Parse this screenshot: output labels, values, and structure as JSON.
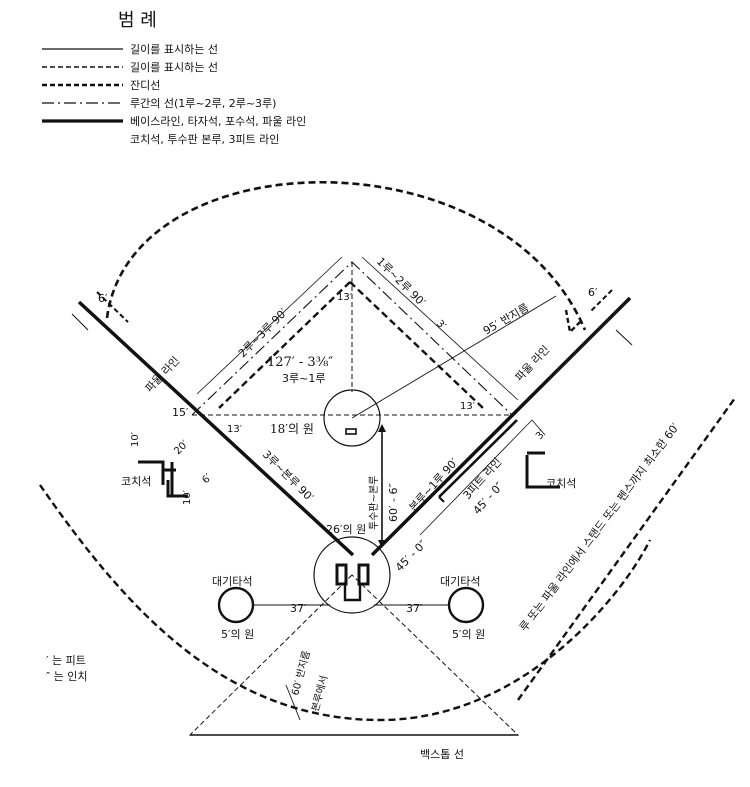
{
  "legend": {
    "title": "범  례",
    "items": [
      {
        "label": "길이를 표시하는 선"
      },
      {
        "label": "길이를 표시하는 선"
      },
      {
        "label": "잔디선"
      },
      {
        "label": "루간의 선(1루~2루, 2루~3루)"
      },
      {
        "label": "베이스라인, 타자석, 포수석, 파울 라인"
      },
      {
        "label": "코치석, 투수판 본루, 3피트 라인"
      }
    ]
  },
  "labels": {
    "foul_line_left": "파울 라인",
    "foul_line_right": "파울 라인",
    "six_ft_left": "6′",
    "six_ft_right": "6′",
    "second_to_third": "2루~3루 90′",
    "first_to_second": "1루~2루 90′",
    "thirteen_top": "13′",
    "three_ft_top": "3′",
    "radius_95": "95′ 반지름",
    "diag_127": "127′ - 3⅜″",
    "third_to_first": "3루~1루",
    "fifteen": "15′",
    "thirteen_right": "13′",
    "thirteen_left": "13′",
    "circle_18": "18′의 원",
    "ten_top": "10′",
    "twenty": "20′",
    "coach_left": "코치석",
    "ten_bottom": "10′",
    "six_ft_coach": "6′",
    "third_to_home": "3루~본루 90′",
    "pitcher_to_home": "투수판~본루",
    "pitch_distance": "60′ - 6″",
    "home_to_first": "본루~1루 90′",
    "three_ft_line": "3피트 라인",
    "forty_five_a": "45′ - 0″",
    "three_ft_right": "3′",
    "coach_right": "코치석",
    "circle_26": "26′의 원",
    "forty_five_b": "45′ - 0″",
    "on_deck_left": "대기타석",
    "on_deck_right": "대기타석",
    "thirty_seven_left": "37′",
    "thirty_seven_right": "37′",
    "five_circle_left": "5′의 원",
    "five_circle_right": "5′의 원",
    "stand_note": "루 또는 파울 라인에서 스탠드 또는 펜스까지 최소한 60′",
    "feet_note": "′ 는 피트",
    "inch_note": "″ 는 인치",
    "radius_60": "60′ 반지름",
    "from_home": "본루에서",
    "backstop": "백스톱 선"
  }
}
